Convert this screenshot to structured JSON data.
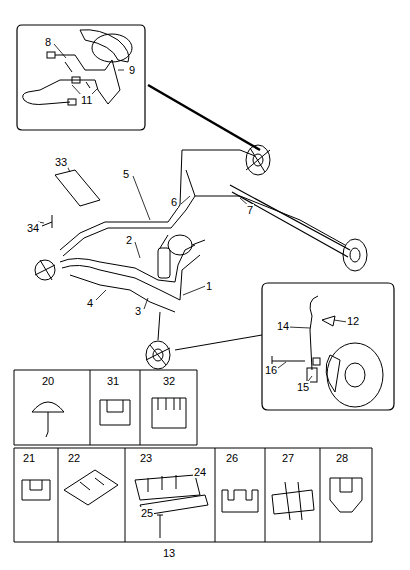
{
  "diagram": {
    "labels": [
      "8",
      "9",
      "11",
      "33",
      "5",
      "6",
      "7",
      "34",
      "2",
      "1",
      "4",
      "3",
      "14",
      "12",
      "16",
      "15",
      "20",
      "31",
      "32",
      "21",
      "22",
      "23",
      "24",
      "25",
      "26",
      "27",
      "28",
      "13"
    ]
  }
}
